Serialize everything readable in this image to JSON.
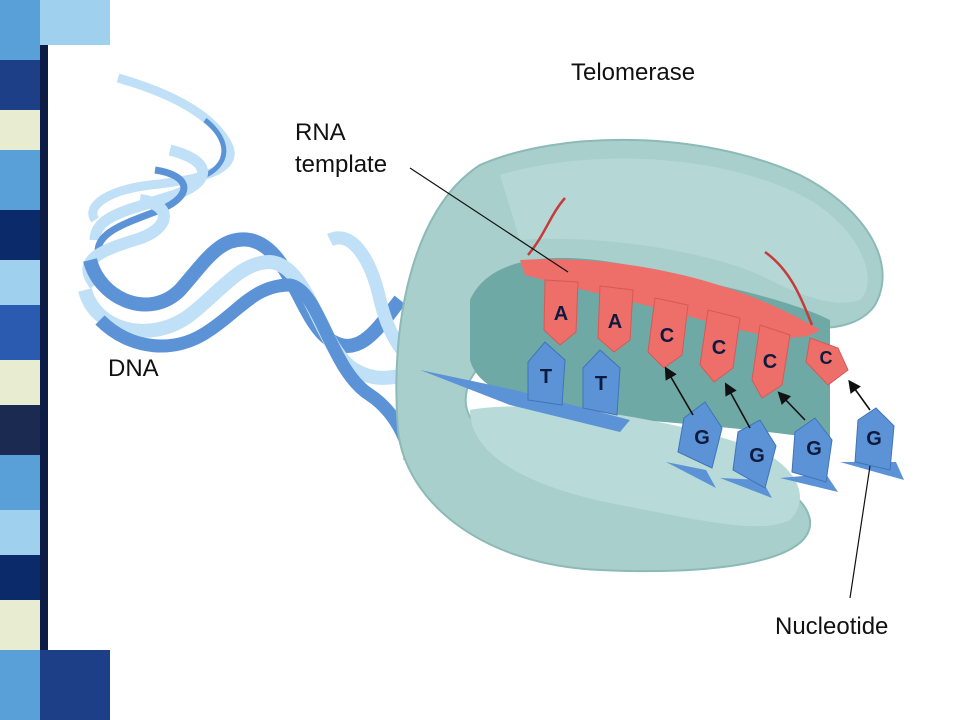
{
  "labels": {
    "telomerase": "Telomerase",
    "rna_line1": "RNA",
    "rna_line2": "template",
    "dna": "DNA",
    "nucleotide": "Nucleotide"
  },
  "template_bases": [
    "A",
    "A",
    "C",
    "C",
    "C",
    "C"
  ],
  "paired_bases": [
    "T",
    "T"
  ],
  "incoming_nucleotides": [
    "G",
    "G",
    "G",
    "G"
  ],
  "colors": {
    "telomerase_body": "#a9cfcd",
    "telomerase_dark": "#6fa9a5",
    "rna_template": "#ee6e6a",
    "dna_dark": "#5b93d6",
    "dna_light": "#bfe0f6",
    "nucleotide": "#5b93d6",
    "slide_stripes": [
      "#0a2a6a",
      "#5aa0d8",
      "#1d3f88",
      "#9fd0ee",
      "#e8ecd0",
      "#0e1a3a"
    ]
  }
}
